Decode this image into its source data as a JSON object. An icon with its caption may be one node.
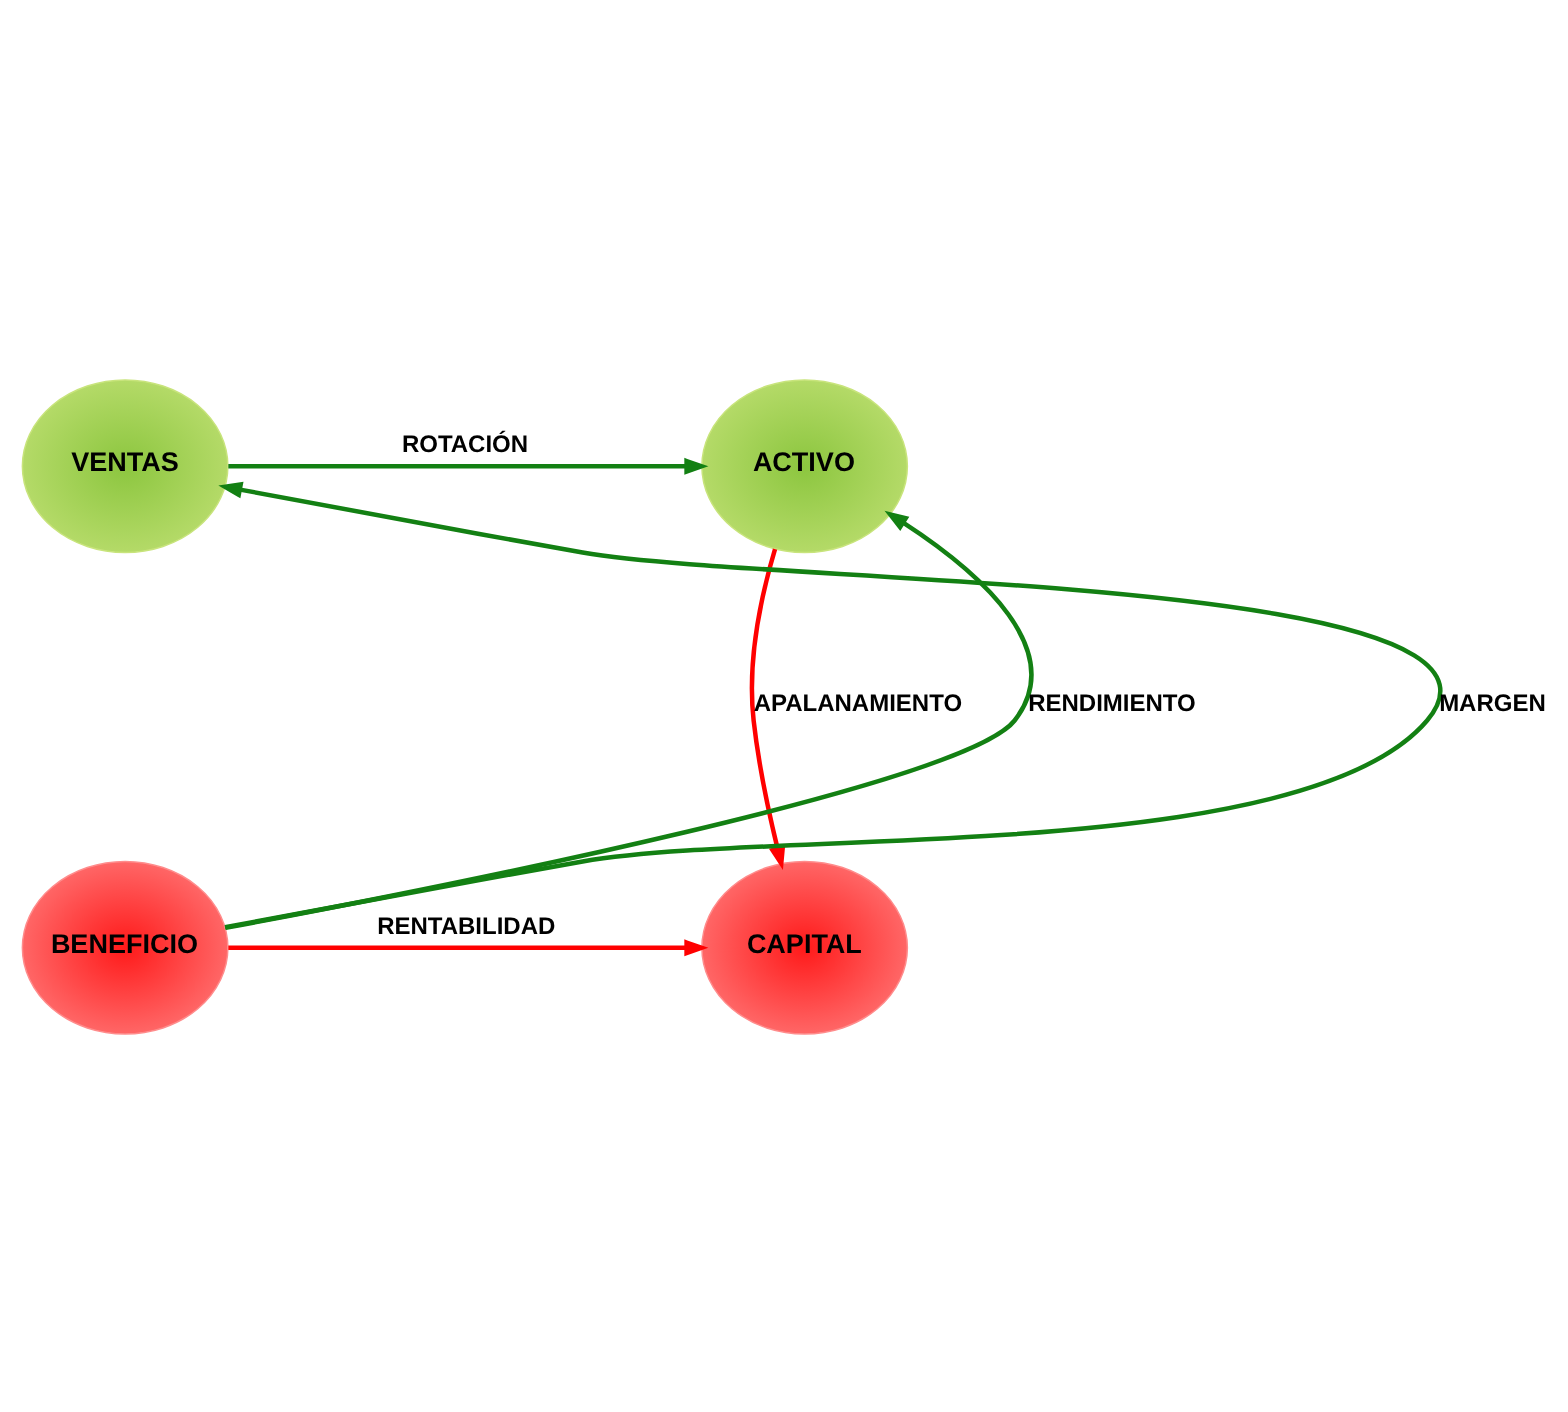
{
  "diagram": {
    "nodes": [
      {
        "text": [
          "ACTIVO"
        ]
      },
      {
        "text": [
          "VENTAS"
        ]
      },
      {
        "text": [
          "CAPITAL"
        ]
      },
      {
        "text": [
          "BENEFICIO"
        ]
      }
    ],
    "edges": [
      {
        "from": 1,
        "to": 0,
        "arrow": "to",
        "label": "ROTACIÓN"
      },
      {
        "from": 0,
        "to": 2,
        "arrow": "to",
        "label": "APALANAMIENTO",
        "color": "#ff0000"
      },
      {
        "from": 3,
        "to": 0,
        "arrow": "to",
        "label": "RENDIMIENTO"
      },
      {
        "from": 3,
        "to": 1,
        "arrow": "to",
        "label": "MARGEN"
      },
      {
        "from": 3,
        "to": 2,
        "arrow": "to",
        "label": "RENTABILIDAD",
        "color": "#ff0000"
      }
    ]
  }
}
